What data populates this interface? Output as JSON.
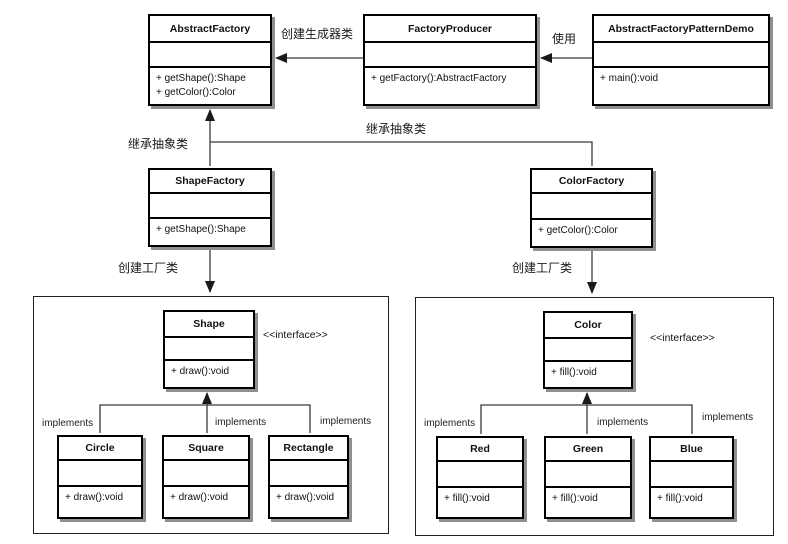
{
  "diagram": {
    "labels": {
      "create_builder": "创建生成器类",
      "use": "使用",
      "inherit_abstract_left": "继承抽象类",
      "inherit_abstract_right": "继承抽象类",
      "create_factory_left": "创建工厂类",
      "create_factory_right": "创建工厂类",
      "interface_left": "<<interface>>",
      "interface_right": "<<interface>>",
      "implements": "implements"
    },
    "classes": {
      "abstract_factory": {
        "title": "AbstractFactory",
        "methods": [
          "+ getShape():Shape",
          "+ getColor():Color"
        ]
      },
      "factory_producer": {
        "title": "FactoryProducer",
        "methods": [
          "+ getFactory():AbstractFactory"
        ]
      },
      "demo": {
        "title": "AbstractFactoryPatternDemo",
        "methods": [
          "+ main():void"
        ]
      },
      "shape_factory": {
        "title": "ShapeFactory",
        "methods": [
          "+ getShape():Shape"
        ]
      },
      "color_factory": {
        "title": "ColorFactory",
        "methods": [
          "+ getColor():Color"
        ]
      },
      "shape": {
        "title": "Shape",
        "methods": [
          "+ draw():void"
        ]
      },
      "circle": {
        "title": "Circle",
        "methods": [
          "+ draw():void"
        ]
      },
      "square": {
        "title": "Square",
        "methods": [
          "+ draw():void"
        ]
      },
      "rectangle": {
        "title": "Rectangle",
        "methods": [
          "+ draw():void"
        ]
      },
      "color": {
        "title": "Color",
        "methods": [
          "+ fill():void"
        ]
      },
      "red": {
        "title": "Red",
        "methods": [
          "+ fill():void"
        ]
      },
      "green": {
        "title": "Green",
        "methods": [
          "+ fill():void"
        ]
      },
      "blue": {
        "title": "Blue",
        "methods": [
          "+ fill():void"
        ]
      }
    },
    "colors": {
      "line": "#3a3a3a",
      "box_border": "#000000",
      "shadow": "#8f8f8f",
      "background": "#ffffff"
    }
  }
}
